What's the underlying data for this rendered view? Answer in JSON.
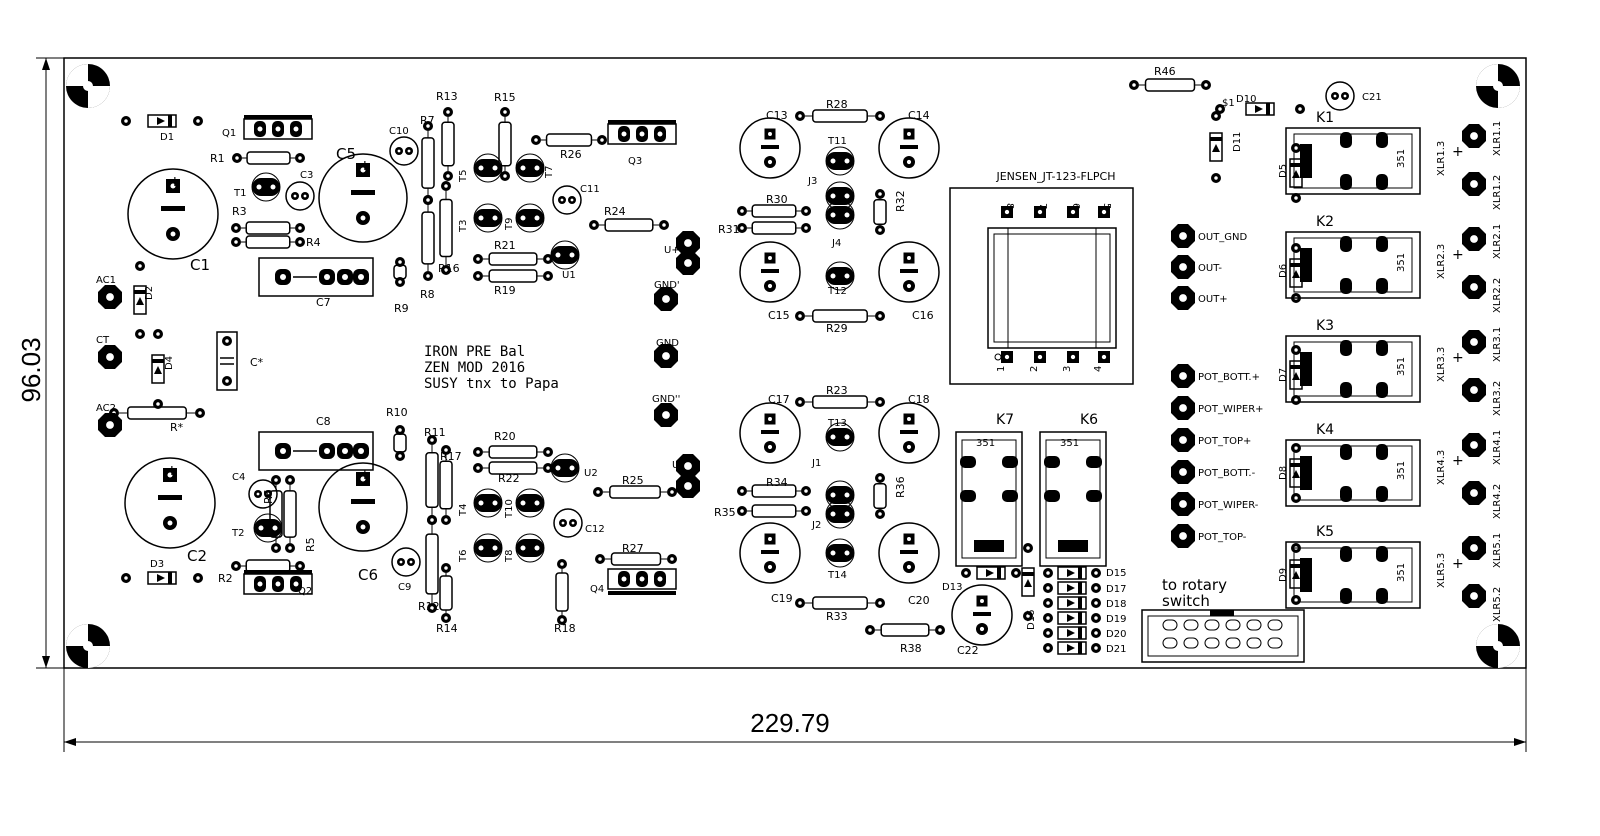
{
  "dimensions": {
    "height": "96.03",
    "width": "229.79"
  },
  "board_title": [
    "IRON PRE Bal",
    "ZEN MOD 2016",
    "SUSY tnx to Papa"
  ],
  "transformer": {
    "label": "JENSEN_JT-123-FLPCH",
    "pins_top": [
      "8",
      "7",
      "6",
      "5"
    ],
    "pins_bottom": [
      "1",
      "2",
      "3",
      "4"
    ]
  },
  "note": [
    "to rotary",
    "switch"
  ],
  "connectors": {
    "out": [
      "OUT_GND",
      "OUT-",
      "OUT+"
    ],
    "pot": [
      "POT_BOTT.+",
      "POT_WIPER+",
      "POT_TOP+",
      "POT_BOTT.-",
      "POT_WIPER-",
      "POT_TOP-"
    ],
    "power": [
      "U+",
      "GND'",
      "GND",
      "GND''",
      "U-"
    ],
    "ac": [
      "AC1",
      "CT",
      "AC2"
    ]
  },
  "relays": {
    "main": [
      "K1",
      "K2",
      "K3",
      "K4",
      "K5"
    ],
    "aux": [
      "K7",
      "K6"
    ],
    "part": "351"
  },
  "xlr": [
    [
      "XLR1.3",
      "XLR1.1",
      "XLR1.2"
    ],
    [
      "XLR2.3",
      "XLR2.1",
      "XLR2.2"
    ],
    [
      "XLR3.3",
      "XLR3.1",
      "XLR3.2"
    ],
    [
      "XLR4.3",
      "XLR4.1",
      "XLR4.2"
    ],
    [
      "XLR5.3",
      "XLR5.1",
      "XLR5.2"
    ]
  ],
  "components": {
    "caps_big": [
      "C1",
      "C2",
      "C5",
      "C6"
    ],
    "caps_mid": [
      "C13",
      "C14",
      "C15",
      "C16",
      "C17",
      "C18",
      "C19",
      "C20",
      "C22"
    ],
    "caps_small": [
      "C3",
      "C4",
      "C9",
      "C10",
      "C11",
      "C12",
      "C21"
    ],
    "caps_film": [
      "C7",
      "C8",
      "C*"
    ],
    "resistors": [
      "R1",
      "R2",
      "R3",
      "R4",
      "R5",
      "R6",
      "R7",
      "R8",
      "R9",
      "R10",
      "R11",
      "R12",
      "R13",
      "R14",
      "R15",
      "R16",
      "R17",
      "R18",
      "R19",
      "R20",
      "R21",
      "R22",
      "R23",
      "R24",
      "R25",
      "R26",
      "R27",
      "R28",
      "R29",
      "R30",
      "R31",
      "R32",
      "R33",
      "R34",
      "R35",
      "R36",
      "R38",
      "R46",
      "R*"
    ],
    "transistors": [
      "Q1",
      "Q2",
      "Q3",
      "Q4",
      "T1",
      "T2",
      "T3",
      "T4",
      "T5",
      "T6",
      "T7",
      "T8",
      "T9",
      "T10",
      "T11",
      "T12",
      "T13",
      "T14",
      "U1",
      "U2",
      "J1",
      "J2",
      "J3",
      "J4"
    ],
    "diodes": [
      "D1",
      "D2",
      "D3",
      "D4",
      "D5",
      "D6",
      "D7",
      "D8",
      "D9",
      "D10",
      "D11",
      "D13",
      "D15",
      "D16",
      "D17",
      "D18",
      "D19",
      "D20",
      "D21",
      "$1"
    ]
  },
  "colors": {
    "ink": "#000000",
    "paper": "#ffffff"
  }
}
